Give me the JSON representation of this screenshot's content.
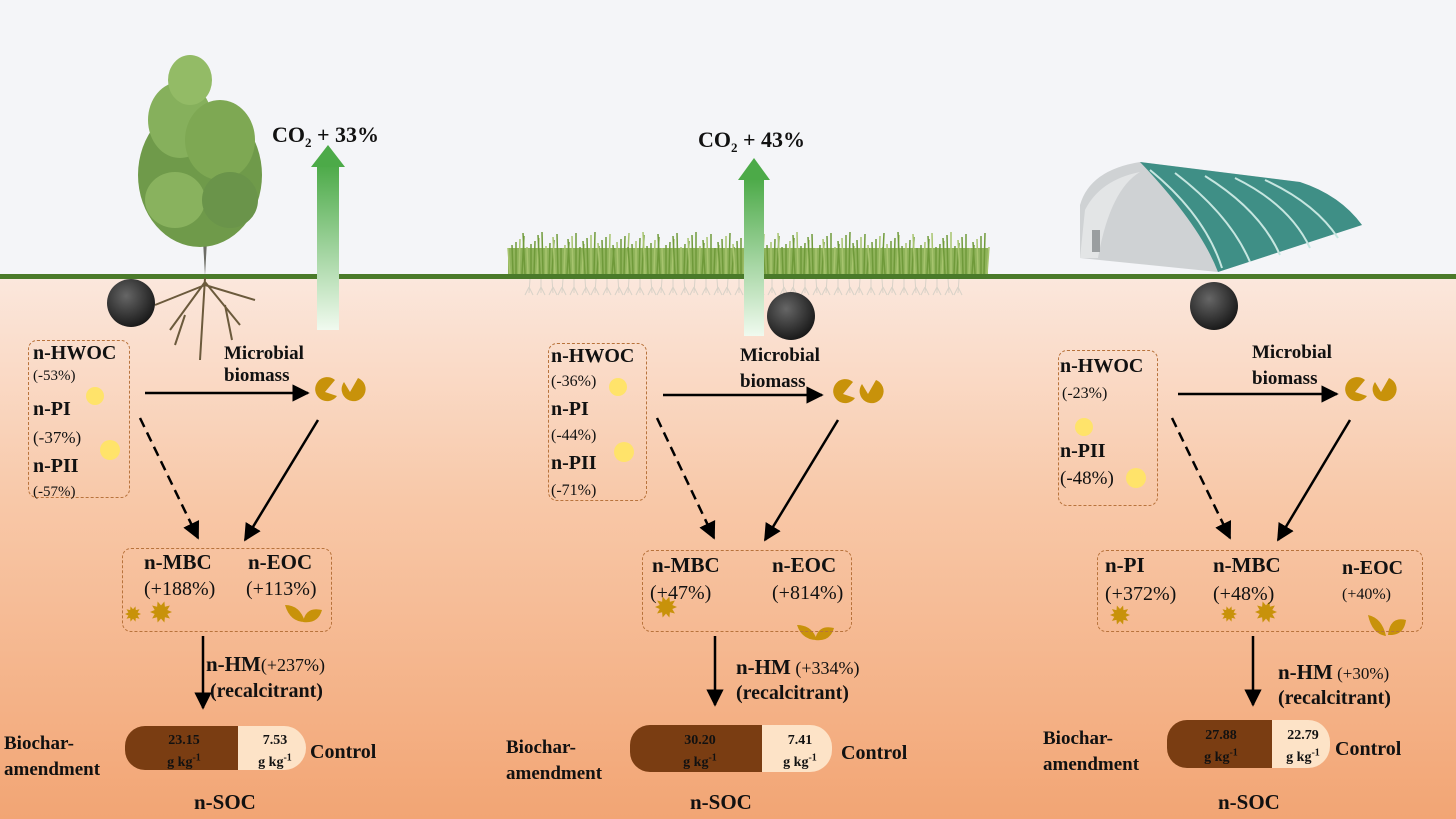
{
  "colors": {
    "ground_line": "#4a7a2a",
    "sky": "#f4f5f8",
    "soil_top": "#fbe7dc",
    "soil_bottom": "#f2a574",
    "box_border": "#b8733c",
    "biochar_pill": "#7a3d12",
    "control_pill": "#fde3c7",
    "microbe": "#c8920a",
    "nutrient_dot": "#ffe36a",
    "arrow_green": "#5fb35a"
  },
  "icons": [
    "tree-icon",
    "grass-strip-icon",
    "greenhouse-icon",
    "biochar-particle-icon",
    "co2-arrow-icon",
    "microbial-biomass-icon",
    "star-burst-icon",
    "leaf-icon"
  ],
  "panels": [
    {
      "co2": {
        "prefix": "CO",
        "sub": "2",
        "suffix": " + 33%"
      },
      "left_box": [
        {
          "name": "n-HWOC",
          "value": "(-53%)"
        },
        {
          "name": "n-PI",
          "value": "(-37%)"
        },
        {
          "name": "n-PII",
          "value": "(-57%)"
        }
      ],
      "microbial": "Microbial biomass",
      "mid_box": [
        {
          "name": "n-MBC",
          "value": "(+188%)"
        },
        {
          "name": "n-EOC",
          "value": "(+113%)"
        }
      ],
      "hm_label": "n-HM",
      "hm_value": "(+237%)",
      "recalcitrant": "(recalcitrant)",
      "biochar_label": "Biochar-amendment",
      "biochar_value": "23.15",
      "control_value": "7.53",
      "unit": "g kg-1",
      "control_label": "Control",
      "soc_label": "n-SOC"
    },
    {
      "co2": {
        "prefix": "CO",
        "sub": "2",
        "suffix": " + 43%"
      },
      "left_box": [
        {
          "name": "n-HWOC",
          "value": "(-36%)"
        },
        {
          "name": "n-PI",
          "value": "(-44%)"
        },
        {
          "name": "n-PII",
          "value": "(-71%)"
        }
      ],
      "microbial": "Microbial biomass",
      "mid_box": [
        {
          "name": "n-MBC",
          "value": "(+47%)"
        },
        {
          "name": "n-EOC",
          "value": "(+814%)"
        }
      ],
      "hm_label": "n-HM",
      "hm_value": "(+334%)",
      "recalcitrant": "(recalcitrant)",
      "biochar_label": "Biochar-amendment",
      "biochar_value": "30.20",
      "control_value": "7.41",
      "unit": "g kg-1",
      "control_label": "Control",
      "soc_label": "n-SOC"
    },
    {
      "left_box": [
        {
          "name": "n-HWOC",
          "value": "(-23%)"
        },
        {
          "name": "n-PII",
          "value": "(-48%)"
        }
      ],
      "microbial": "Microbial biomass",
      "mid_box": [
        {
          "name": "n-PI",
          "value": "(+372%)"
        },
        {
          "name": "n-MBC",
          "value": "(+48%)"
        },
        {
          "name": "n-EOC",
          "value": "(+40%)"
        }
      ],
      "hm_label": "n-HM",
      "hm_value": "(+30%)",
      "recalcitrant": "(recalcitrant)",
      "biochar_label": "Biochar-amendment",
      "biochar_value": "27.88",
      "control_value": "22.79",
      "unit": "g kg-1",
      "control_label": "Control",
      "soc_label": "n-SOC"
    }
  ]
}
